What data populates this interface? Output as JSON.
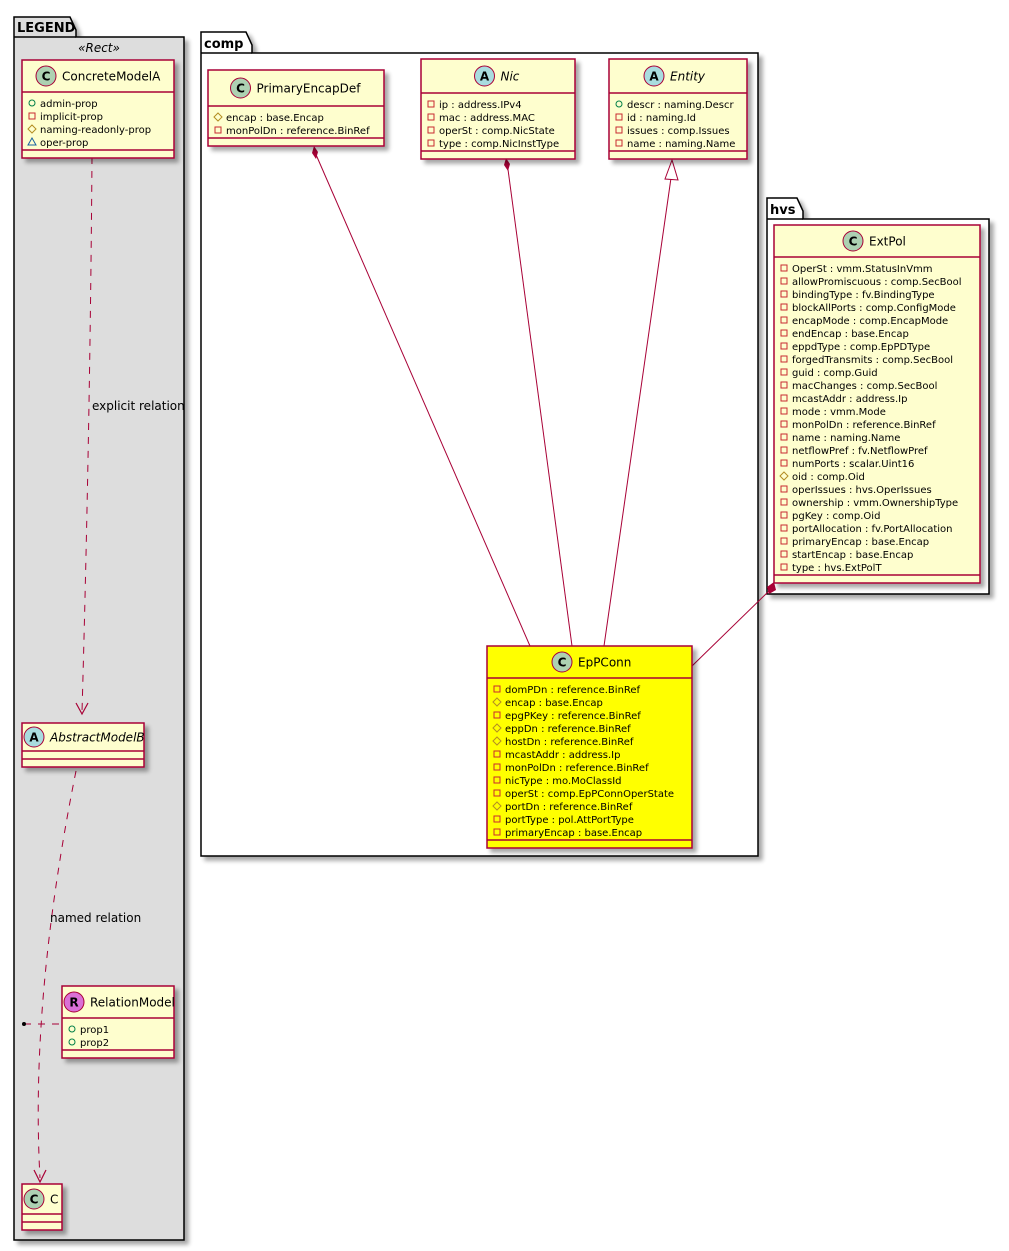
{
  "packages": {
    "legend": {
      "label": "LEGEND",
      "stereotype": "«Rect»"
    },
    "comp": {
      "label": "comp"
    },
    "hvs": {
      "label": "hvs"
    }
  },
  "classes": {
    "concreteModelA": {
      "kind": "C",
      "name": "ConcreteModelA",
      "attributes": [
        {
          "vis": "public",
          "text": "admin-prop"
        },
        {
          "vis": "private",
          "text": "implicit-prop"
        },
        {
          "vis": "protected",
          "text": "naming-readonly-prop"
        },
        {
          "vis": "package",
          "text": "oper-prop"
        }
      ]
    },
    "abstractModelB": {
      "kind": "A",
      "name": "AbstractModelB",
      "attributes": []
    },
    "relationModel": {
      "kind": "R",
      "name": "RelationModel",
      "attributes": [
        {
          "vis": "public",
          "text": "prop1"
        },
        {
          "vis": "public",
          "text": "prop2"
        }
      ]
    },
    "c": {
      "kind": "C",
      "name": "C",
      "attributes": []
    },
    "primaryEncapDef": {
      "kind": "C",
      "name": "PrimaryEncapDef",
      "attributes": [
        {
          "vis": "protected",
          "text": "encap : base.Encap"
        },
        {
          "vis": "private",
          "text": "monPolDn : reference.BinRef"
        }
      ]
    },
    "nic": {
      "kind": "A",
      "name": "Nic",
      "attributes": [
        {
          "vis": "private",
          "text": "ip : address.IPv4"
        },
        {
          "vis": "private",
          "text": "mac : address.MAC"
        },
        {
          "vis": "private",
          "text": "operSt : comp.NicState"
        },
        {
          "vis": "private",
          "text": "type : comp.NicInstType"
        }
      ]
    },
    "entity": {
      "kind": "A",
      "name": "Entity",
      "attributes": [
        {
          "vis": "public",
          "text": "descr : naming.Descr"
        },
        {
          "vis": "private",
          "text": "id : naming.Id"
        },
        {
          "vis": "private",
          "text": "issues : comp.Issues"
        },
        {
          "vis": "private",
          "text": "name : naming.Name"
        }
      ]
    },
    "epPConn": {
      "kind": "C",
      "name": "EpPConn",
      "highlight": "#FFFF00",
      "attributes": [
        {
          "vis": "private",
          "text": "domPDn : reference.BinRef"
        },
        {
          "vis": "protected",
          "text": "encap : base.Encap"
        },
        {
          "vis": "private",
          "text": "epgPKey : reference.BinRef"
        },
        {
          "vis": "protected",
          "text": "eppDn : reference.BinRef"
        },
        {
          "vis": "protected",
          "text": "hostDn : reference.BinRef"
        },
        {
          "vis": "private",
          "text": "mcastAddr : address.Ip"
        },
        {
          "vis": "private",
          "text": "monPolDn : reference.BinRef"
        },
        {
          "vis": "private",
          "text": "nicType : mo.MoClassId"
        },
        {
          "vis": "private",
          "text": "operSt : comp.EpPConnOperState"
        },
        {
          "vis": "protected",
          "text": "portDn : reference.BinRef"
        },
        {
          "vis": "private",
          "text": "portType : pol.AttPortType"
        },
        {
          "vis": "private",
          "text": "primaryEncap : base.Encap"
        }
      ]
    },
    "extPol": {
      "kind": "C",
      "name": "ExtPol",
      "attributes": [
        {
          "vis": "private",
          "text": "OperSt : vmm.StatusInVmm"
        },
        {
          "vis": "private",
          "text": "allowPromiscuous : comp.SecBool"
        },
        {
          "vis": "private",
          "text": "bindingType : fv.BindingType"
        },
        {
          "vis": "private",
          "text": "blockAllPorts : comp.ConfigMode"
        },
        {
          "vis": "private",
          "text": "encapMode : comp.EncapMode"
        },
        {
          "vis": "private",
          "text": "endEncap : base.Encap"
        },
        {
          "vis": "private",
          "text": "eppdType : comp.EpPDType"
        },
        {
          "vis": "private",
          "text": "forgedTransmits : comp.SecBool"
        },
        {
          "vis": "private",
          "text": "guid : comp.Guid"
        },
        {
          "vis": "private",
          "text": "macChanges : comp.SecBool"
        },
        {
          "vis": "private",
          "text": "mcastAddr : address.Ip"
        },
        {
          "vis": "private",
          "text": "mode : vmm.Mode"
        },
        {
          "vis": "private",
          "text": "monPolDn : reference.BinRef"
        },
        {
          "vis": "private",
          "text": "name : naming.Name"
        },
        {
          "vis": "private",
          "text": "netflowPref : fv.NetflowPref"
        },
        {
          "vis": "private",
          "text": "numPorts : scalar.Uint16"
        },
        {
          "vis": "protected",
          "text": "oid : comp.Oid"
        },
        {
          "vis": "private",
          "text": "operIssues : hvs.OperIssues"
        },
        {
          "vis": "private",
          "text": "ownership : vmm.OwnershipType"
        },
        {
          "vis": "private",
          "text": "pgKey : comp.Oid"
        },
        {
          "vis": "private",
          "text": "portAllocation : fv.PortAllocation"
        },
        {
          "vis": "private",
          "text": "primaryEncap : base.Encap"
        },
        {
          "vis": "private",
          "text": "startEncap : base.Encap"
        },
        {
          "vis": "private",
          "text": "type : hvs.ExtPolT"
        }
      ]
    }
  },
  "relations": [
    {
      "from": "concreteModelA",
      "to": "abstractModelB",
      "type": "dependency",
      "label": "explicit relation"
    },
    {
      "from": "abstractModelB",
      "to": "c",
      "type": "dependency",
      "label": "named relation",
      "association_class": "relationModel"
    },
    {
      "from": "primaryEncapDef",
      "to": "epPConn",
      "type": "composition",
      "label": ""
    },
    {
      "from": "nic",
      "to": "epPConn",
      "type": "composition",
      "label": ""
    },
    {
      "from": "entity",
      "to": "epPConn",
      "type": "inheritance",
      "label": ""
    },
    {
      "from": "extPol",
      "to": "epPConn",
      "type": "composition",
      "label": ""
    }
  ],
  "colors": {
    "class_fill": "#FEFECE",
    "class_border": "#A80036",
    "highlight_fill": "#FFFF00",
    "legend_bg": "#DDDDDD",
    "circle_C": "#ADD1B2",
    "circle_A": "#A9DCDF",
    "circle_R": "#DA70D6",
    "vis_public": "#038048",
    "vis_private": "#C82930",
    "vis_protected": "#B38D22",
    "vis_package": "#1963A0"
  }
}
